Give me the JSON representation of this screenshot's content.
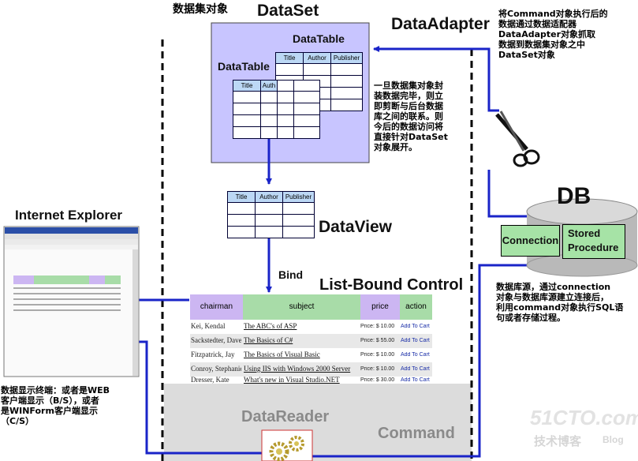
{
  "labels": {
    "dataset_cn": "数据集对象",
    "dataset": "DataSet",
    "datatable_front": "DataTable",
    "datatable_back": "DataTable",
    "dataadapter": "DataAdapter",
    "dataview": "DataView",
    "bind": "Bind",
    "list_bound": "List-Bound Control",
    "internet_explorer": "Internet Explorer",
    "db": "DB",
    "connection": "Connection",
    "stored_procedure_l1": "Stored",
    "stored_procedure_l2": "Procedure",
    "datareader": "DataReader",
    "command": "Command"
  },
  "notes": {
    "top_right": [
      "将Command对象执行后的",
      "数据通过数据适配器",
      "DataAdapter对象抓取",
      "数据到数据集对象之中",
      "DataSet对象"
    ],
    "middle": [
      "一旦数据集对象封",
      "装数据完毕，则立",
      "即剪断与后台数据",
      "库之间的联系。则",
      "今后的数据访问将",
      "直接针对DataSet",
      "对象展开。"
    ],
    "db": [
      "数据库源，通过connection",
      "对象与数据库源建立连接后，",
      "利用command对象执行SQL语",
      "句或者存储过程。"
    ],
    "client": [
      "数据显示终端：或者是WEB",
      "客户端显示（B/S），或者",
      "是WINForm客户端显示",
      "（C/S）"
    ]
  },
  "table_columns": [
    "Title",
    "Author",
    "Publisher"
  ],
  "datatable_back_cols": [
    "Title",
    "Author",
    "Publisher"
  ],
  "datatable_front_cols": [
    "Title",
    "Auth"
  ],
  "list_bound_headers": [
    "chairman",
    "subject",
    "price",
    "action"
  ],
  "list_bound_rows": [
    {
      "name": "Kei, Kendal",
      "subject": "The ABC's of ASP",
      "price": "Price: $ 10.00",
      "action": "Add To Cart"
    },
    {
      "name": "Sackstedter, Dave",
      "subject": "The Basics of C#",
      "price": "Price: $ 55.00",
      "action": "Add To Cart"
    },
    {
      "name": "Fitzpatrick, Jay",
      "subject": "The Basics of Visual Basic",
      "price": "Price: $ 10.00",
      "action": "Add To Cart"
    },
    {
      "name": "Conroy, Stephanie",
      "subject": "Using IIS with Windows 2000 Server",
      "price": "Price: $ 10.00",
      "action": "Add To Cart"
    },
    {
      "name": "Dresser, Kate",
      "subject": "What's new in Visual Studio.NET",
      "price": "Price: $ 30.00",
      "action": "Add To Cart"
    }
  ],
  "watermark": {
    "site": "51CTO.com",
    "sub": "技术博客",
    "blog": "Blog"
  },
  "colors": {
    "arrow": "#1a24c8",
    "dataset_fill": "#c8c5ff",
    "table_header": "#bcd8f5",
    "green_box": "#a6e3a6",
    "lb_header_purple": "#ccb6f2",
    "lb_header_green": "#a8dca8",
    "datareader_panel": "#dcdcdc"
  },
  "icons": [
    "scissors-icon",
    "database-cylinder-icon",
    "gears-icon",
    "browser-window-icon"
  ]
}
